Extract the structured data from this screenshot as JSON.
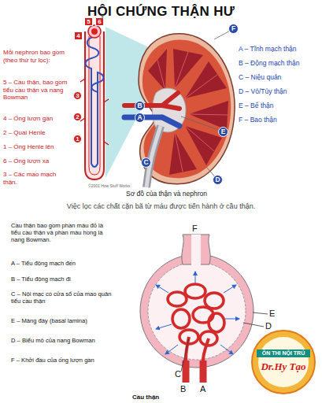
{
  "diagram": {
    "title": "HỘI CHỨNG THẬN HƯ",
    "nodes": [
      {
        "text": [
          "4"
        ]
      },
      {
        "text": [
          "5"
        ]
      },
      {
        "text": [
          "6"
        ]
      },
      {
        "text": [
          "3"
        ]
      },
      {
        "text": [
          "2"
        ]
      },
      {
        "text": [
          "1"
        ]
      },
      {
        "text": [
          "F"
        ]
      },
      {
        "text": [
          "B"
        ]
      },
      {
        "text": [
          "A"
        ]
      },
      {
        "text": [
          "E"
        ]
      },
      {
        "text": [
          "C"
        ]
      },
      {
        "text": [
          "D"
        ]
      },
      {
        "text": [
          "ÔN THI NỘI TRÚ",
          "Dr.Hy Tạo"
        ]
      }
    ],
    "labels": [
      "Mỗi nephron bao gồm (theo thứ tự lọc):",
      "5 – Cầu thận, bao gồm tiểu cầu thận và nang Bowman",
      "4 – Ống lượn gần",
      "2 – Quai Henle",
      "1 – Ống Henle lên",
      "6 – Ống lượn xa",
      "3 – Các mao mạch thận.",
      "A – Tĩnh mạch thận",
      "B – Động mạch thận",
      "C – Niệu quản",
      "D – Vỏ/Tủy thận",
      "E – Bể thận",
      "F – Bao thận",
      "©2001 How Stuff Works",
      "Sơ đồ của thận và nephron",
      "Việc lọc các chất cặn bã từ máu được tiến hành ở cầu thận.",
      "Cầu thận bao gồm phần màu đỏ là tiểu cầu thận và phần màu hồng là nang Bowman.",
      "A – Tiểu động mạch đến",
      "B – Tiểu động mạch đi",
      "C – Nội mạc có cửa sổ của mao quản tiểu cầu thận",
      "E – Màng đáy (basal lamina)",
      "D – Biểu mô của nang Bowman",
      "F – Khởi đầu của ống lượn gần",
      "F",
      "E",
      "D",
      "C",
      "B",
      "A",
      "Cầu thận"
    ]
  }
}
